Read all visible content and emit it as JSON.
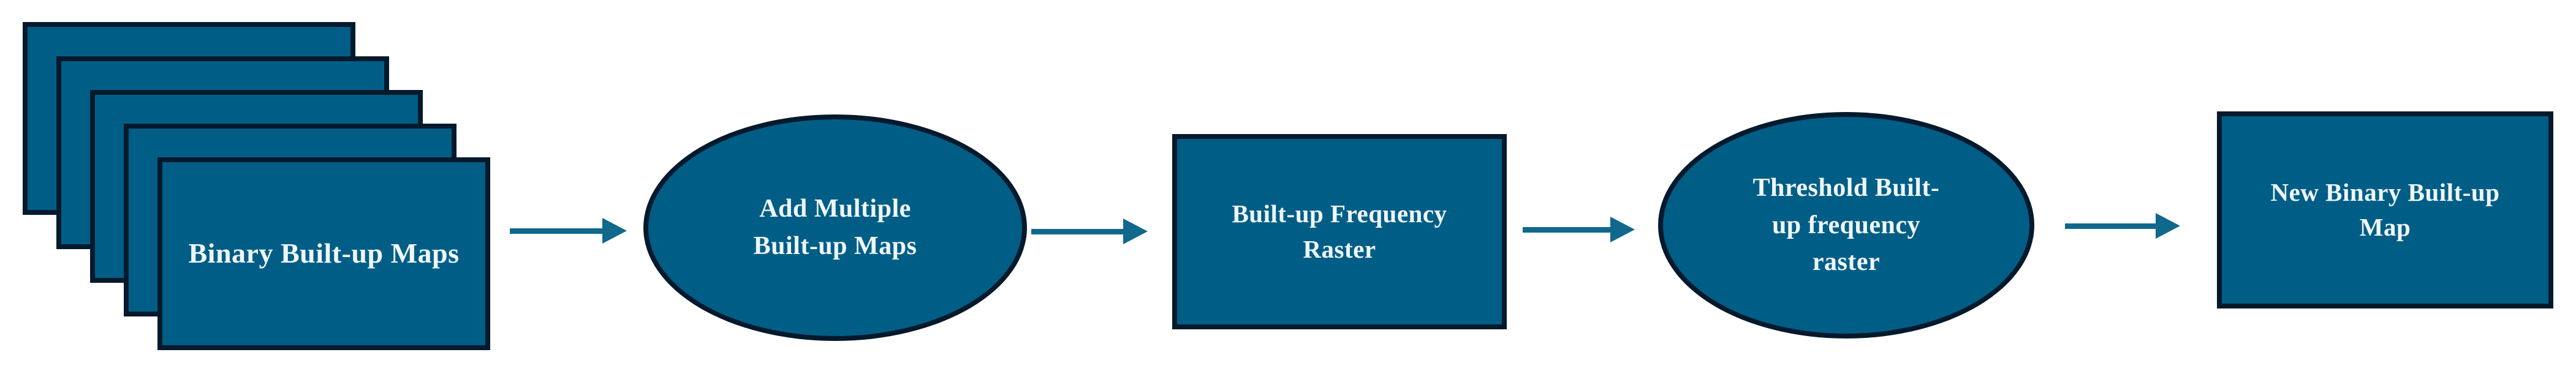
{
  "colors": {
    "background": "#FFFFFF",
    "shape_fill": "#005E86",
    "shape_border": "#03192C",
    "arrow": "#10688C",
    "text": "#F0F7FA"
  },
  "diagram": {
    "type": "flowchart",
    "direction": "left-to-right",
    "nodes": [
      {
        "id": "binary-built-up-maps",
        "shape": "stacked-rectangles",
        "stack_count": 5,
        "label": "Binary Built-up Maps",
        "lines": [
          "Binary Built-up Maps"
        ]
      },
      {
        "id": "add-multiple-built-up-maps",
        "shape": "ellipse",
        "label": "Add Multiple Built-up Maps",
        "lines": [
          "Add Multiple",
          "Built-up Maps"
        ]
      },
      {
        "id": "built-up-frequency-raster",
        "shape": "rectangle",
        "label": "Built-up Frequency Raster",
        "lines": [
          "Built-up Frequency",
          "Raster"
        ]
      },
      {
        "id": "threshold-built-up-frequency-raster",
        "shape": "ellipse",
        "label": "Threshold Built-up frequency raster",
        "lines": [
          "Threshold Built-",
          "up frequency",
          "raster"
        ]
      },
      {
        "id": "new-binary-built-up-map",
        "shape": "rectangle",
        "label": "New Binary Built-up Map",
        "lines": [
          "New Binary Built-up",
          "Map"
        ]
      }
    ],
    "connections": [
      {
        "from": "binary-built-up-maps",
        "to": "add-multiple-built-up-maps"
      },
      {
        "from": "add-multiple-built-up-maps",
        "to": "built-up-frequency-raster"
      },
      {
        "from": "built-up-frequency-raster",
        "to": "threshold-built-up-frequency-raster"
      },
      {
        "from": "threshold-built-up-frequency-raster",
        "to": "new-binary-built-up-map"
      }
    ]
  }
}
